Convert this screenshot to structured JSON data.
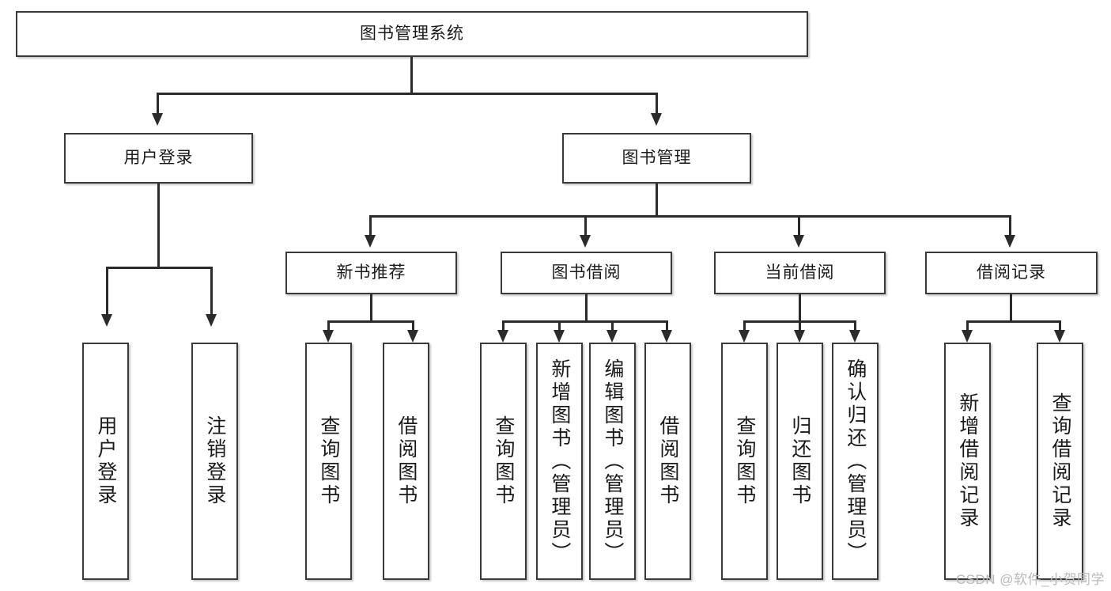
{
  "diagram": {
    "type": "tree-hierarchy",
    "title": "图书管理系统",
    "root": {
      "label": "图书管理系统"
    },
    "level2": [
      {
        "id": "user-login",
        "label": "用户登录"
      },
      {
        "id": "book-management",
        "label": "图书管理"
      }
    ],
    "level3": [
      {
        "id": "new-book-recommend",
        "label": "新书推荐",
        "parent": "book-management"
      },
      {
        "id": "book-borrow",
        "label": "图书借阅",
        "parent": "book-management"
      },
      {
        "id": "current-borrow",
        "label": "当前借阅",
        "parent": "book-management"
      },
      {
        "id": "borrow-record",
        "label": "借阅记录",
        "parent": "book-management"
      }
    ],
    "leaves": [
      {
        "id": "leaf-user-login",
        "label": "用户登录",
        "parent": "user-login"
      },
      {
        "id": "leaf-logout",
        "label": "注销登录",
        "parent": "user-login"
      },
      {
        "id": "leaf-query-book-1",
        "label": "查询图书",
        "parent": "new-book-recommend"
      },
      {
        "id": "leaf-borrow-book-1",
        "label": "借阅图书",
        "parent": "new-book-recommend"
      },
      {
        "id": "leaf-query-book-2",
        "label": "查询图书",
        "parent": "book-borrow"
      },
      {
        "id": "leaf-add-book",
        "label": "新增图书（管理员）",
        "parent": "book-borrow"
      },
      {
        "id": "leaf-edit-book",
        "label": "编辑图书（管理员）",
        "parent": "book-borrow"
      },
      {
        "id": "leaf-borrow-book-2",
        "label": "借阅图书",
        "parent": "book-borrow"
      },
      {
        "id": "leaf-query-book-3",
        "label": "查询图书",
        "parent": "current-borrow"
      },
      {
        "id": "leaf-return-book",
        "label": "归还图书",
        "parent": "current-borrow"
      },
      {
        "id": "leaf-confirm-return",
        "label": "确认归还（管理员）",
        "parent": "current-borrow"
      },
      {
        "id": "leaf-add-record",
        "label": "新增借阅记录",
        "parent": "borrow-record"
      },
      {
        "id": "leaf-query-record",
        "label": "查询借阅记录",
        "parent": "borrow-record"
      }
    ]
  },
  "watermark": {
    "text": "CSDN @软件_小贺同学"
  },
  "colors": {
    "box_border": "#3a3a3a",
    "connector": "#2b2b2b",
    "background": "#ffffff",
    "text": "#1a1a1a",
    "watermark": "#b9b9b9"
  }
}
